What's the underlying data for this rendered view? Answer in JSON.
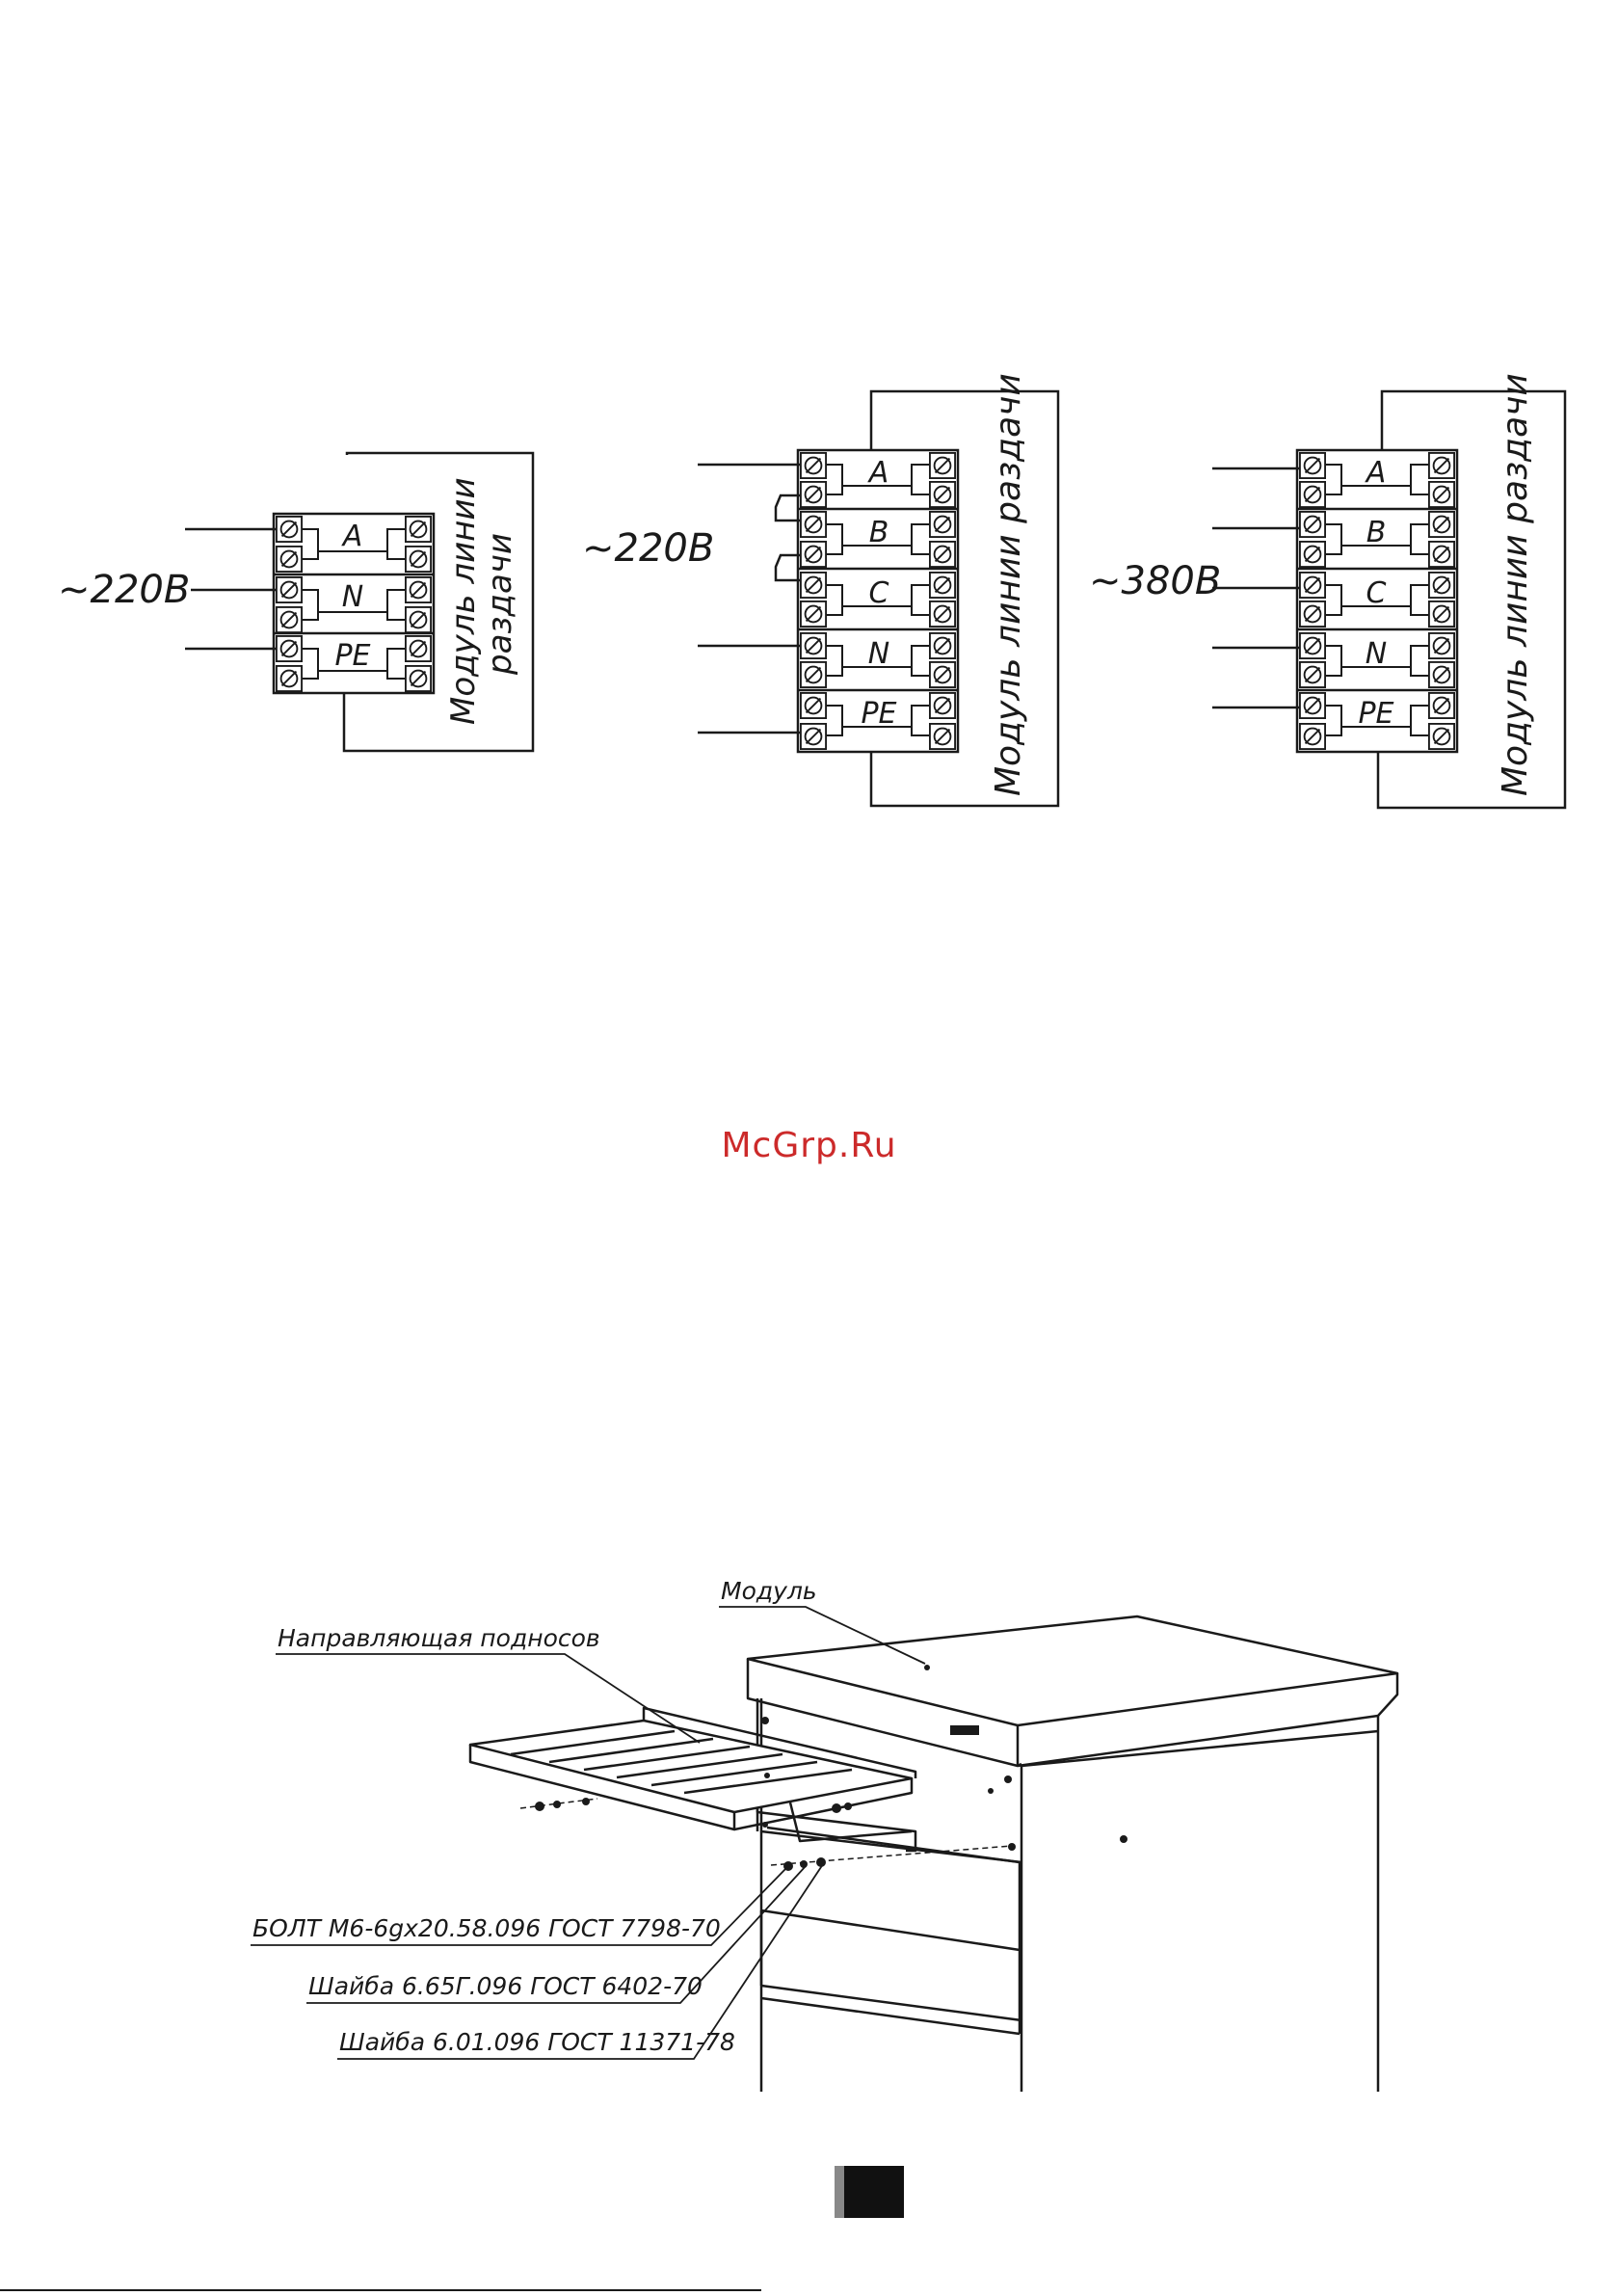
{
  "diagrams": [
    {
      "voltage": "~220В",
      "terminals": [
        "A",
        "N",
        "PE"
      ],
      "module_label": [
        "Модуль линии",
        "раздачи"
      ]
    },
    {
      "voltage": "~220В",
      "terminals": [
        "A",
        "B",
        "C",
        "N",
        "PE"
      ],
      "module_label": [
        "Модуль линии раздачи"
      ]
    },
    {
      "voltage": "~380В",
      "terminals": [
        "A",
        "B",
        "C",
        "N",
        "PE"
      ],
      "module_label": [
        "Модуль линии раздачи"
      ]
    }
  ],
  "watermark": {
    "text": "McGrp.Ru",
    "color": "#cc2a2a"
  },
  "assembly": {
    "labels": {
      "module": "Модуль",
      "tray_guide": "Направляющая подносов",
      "bolt": "БОЛТ М6-6gx20.58.096 ГОСТ 7798-70",
      "washer_1": "Шайба 6.65Г.096 ГОСТ 6402-70",
      "washer_2": "Шайба 6.01.096 ГОСТ 11371-78"
    }
  },
  "colors": {
    "line": "#1a1a1a",
    "background": "#ffffff",
    "page_marker": "#111111"
  }
}
